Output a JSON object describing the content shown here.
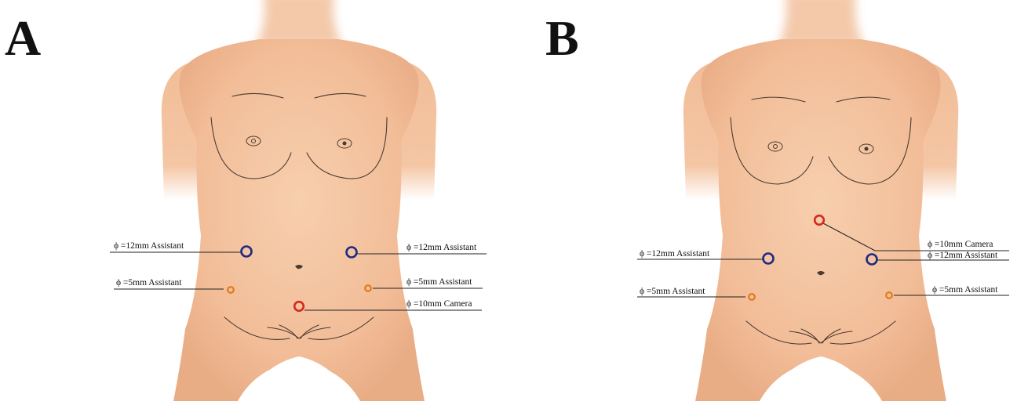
{
  "panels": [
    {
      "letter": "A",
      "ports": [
        {
          "label": "ϕ =12mm Assistant",
          "type": "assistant-12mm",
          "color": "#1f2a80"
        },
        {
          "label": "ϕ =12mm Assistant",
          "type": "assistant-12mm",
          "color": "#1f2a80"
        },
        {
          "label": "ϕ =5mm Assistant",
          "type": "assistant-5mm",
          "color": "#e07a1e"
        },
        {
          "label": "ϕ =5mm Assistant",
          "type": "assistant-5mm",
          "color": "#e07a1e"
        },
        {
          "label": "ϕ =10mm Camera",
          "type": "camera-10mm",
          "color": "#d42a1e"
        }
      ]
    },
    {
      "letter": "B",
      "ports": [
        {
          "label": "ϕ =10mm Camera",
          "type": "camera-10mm",
          "color": "#d42a1e"
        },
        {
          "label": "ϕ =12mm Assistant",
          "type": "assistant-12mm",
          "color": "#1f2a80"
        },
        {
          "label": "ϕ =12mm Assistant",
          "type": "assistant-12mm",
          "color": "#1f2a80"
        },
        {
          "label": "ϕ =5mm Assistant",
          "type": "assistant-5mm",
          "color": "#e07a1e"
        },
        {
          "label": "ϕ =5mm Assistant",
          "type": "assistant-5mm",
          "color": "#e07a1e"
        }
      ]
    }
  ],
  "skin_color": "#f5c4a0"
}
